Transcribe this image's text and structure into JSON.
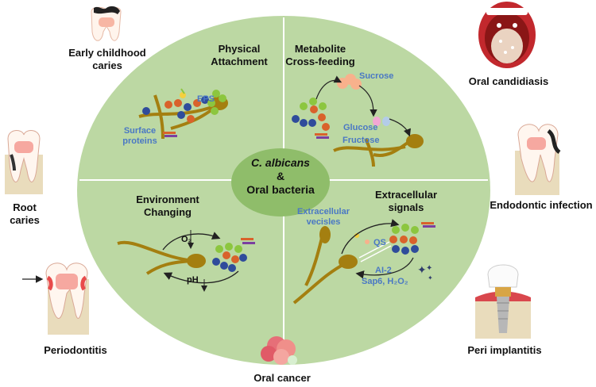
{
  "center": {
    "line1": "C. albicans",
    "line2": "&",
    "line3": "Oral bacteria"
  },
  "quadrants": {
    "top_left": {
      "title_line1": "Physical",
      "title_line2": "Attachment",
      "labels": {
        "eps": "EPS",
        "surface_line1": "Surface",
        "surface_line2": "proteins"
      }
    },
    "top_right": {
      "title_line1": "Metabolite",
      "title_line2": "Cross-feeding",
      "labels": {
        "sucrose": "Sucrose",
        "glucose": "Glucose",
        "fructose": "Fructose"
      }
    },
    "bottom_left": {
      "title_line1": "Environment",
      "title_line2": "Changing",
      "labels": {
        "o2": "O₂",
        "ph": "pH"
      }
    },
    "bottom_right": {
      "title_line1": "Extracellular",
      "title_line2": "signals",
      "labels": {
        "vesicles_line1": "Extracellular",
        "vesicles_line2": "vecisles",
        "qs": "QS",
        "ai2": "AI-2",
        "sap": "Sap6, H₂O₂"
      }
    }
  },
  "diseases": {
    "early_childhood_line1": "Early childhood",
    "early_childhood_line2": "caries",
    "root_caries": "Root caries",
    "periodontitis": "Periodontitis",
    "oral_cancer": "Oral cancer",
    "peri_implantitis": "Peri implantitis",
    "endodontic": "Endodontic infection",
    "candidiasis": "Oral candidiasis"
  },
  "colors": {
    "ellipse": "#bcd8a3",
    "center": "#8fbd6a",
    "fungus": "#a47f10",
    "bacteria_blue": "#2f4c9b",
    "bacteria_orange": "#d9622b",
    "bacteria_green": "#8cc63f",
    "label_blue": "#4a78c4"
  }
}
